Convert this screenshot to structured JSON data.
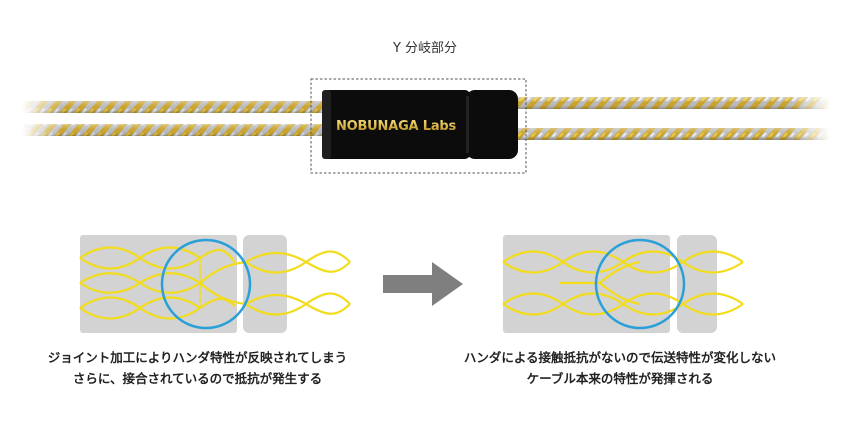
{
  "title": "Y 分岐部分",
  "brand": "NOBUNAGA Labs",
  "caption_left": {
    "line1": "ジョイント加工によりハンダ特性が反映されてしまう",
    "line2": "さらに、接合されているので抵抗が発生する"
  },
  "caption_right": {
    "line1": "ハンダによる接触抵抗がないので伝送特性が変化しない",
    "line2": "ケーブル本来の特性が発揮される"
  },
  "colors": {
    "gold": "#c9a227",
    "silver": "#b9b9bb",
    "splitter": "#0c0c0c",
    "panel": "#d3d3d3",
    "wire": "#f2dc1c",
    "circle": "#2a9fd8",
    "arrow": "#7f7f7f"
  }
}
